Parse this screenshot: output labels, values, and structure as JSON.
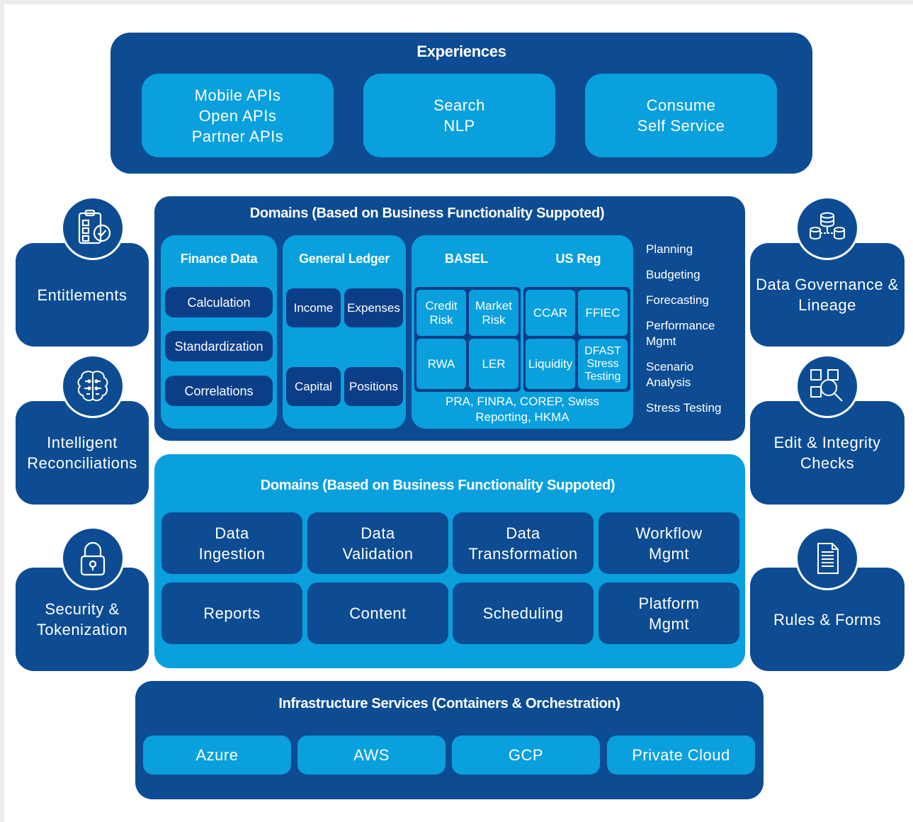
{
  "experiences": {
    "title": "Experiences",
    "cards": [
      "Mobile APIs\nOpen APIs\nPartner APIs",
      "Search\nNLP",
      "Consume\nSelf Service"
    ]
  },
  "domains_top": {
    "title": "Domains (Based on Business Functionality Suppoted)",
    "finance": {
      "title": "Finance Data",
      "items": [
        "Calculation",
        "Standardization",
        "Correlations"
      ]
    },
    "ledger": {
      "title": "General Ledger",
      "items": [
        "Income",
        "Expenses",
        "Capital",
        "Positions"
      ]
    },
    "basel": {
      "title": "BASEL",
      "items": [
        "Credit\nRisk",
        "Market\nRisk",
        "RWA",
        "LER"
      ]
    },
    "usreg": {
      "title": "US Reg",
      "items": [
        "CCAR",
        "FFIEC",
        "Liquidity",
        "DFAST\nStress\nTesting"
      ]
    },
    "reporting": "PRA, FINRA, COREP, Swiss\nReporting, HKMA",
    "list": [
      "Planning",
      "Budgeting",
      "Forecasting",
      "Performance\nMgmt",
      "Scenario\nAnalysis",
      "Stress Testing"
    ]
  },
  "domains_bottom": {
    "title": "Domains (Based on Business Functionality Suppoted)",
    "cells": [
      "Data\nIngestion",
      "Data\nValidation",
      "Data\nTransformation",
      "Workflow\nMgmt",
      "Reports",
      "Content",
      "Scheduling",
      "Platform\nMgmt"
    ]
  },
  "infrastructure": {
    "title": "Infrastructure Services (Containers & Orchestration)",
    "items": [
      "Azure",
      "AWS",
      "GCP",
      "Private Cloud"
    ]
  },
  "left_side": [
    {
      "label": "Entitlements",
      "icon": "clipboard-check-icon"
    },
    {
      "label": "Intelligent\nReconciliations",
      "icon": "brain-icon"
    },
    {
      "label": "Security &\nTokenization",
      "icon": "padlock-icon"
    }
  ],
  "right_side": [
    {
      "label": "Data Governance &\nLineage",
      "icon": "database-network-icon"
    },
    {
      "label": "Edit & Integrity\nChecks",
      "icon": "magnifier-blocks-icon"
    },
    {
      "label": "Rules & Forms",
      "icon": "document-icon"
    }
  ],
  "colors": {
    "dark_blue": "#0d4c92",
    "light_blue": "#0aa0de",
    "page_bg": "#ffffff"
  }
}
